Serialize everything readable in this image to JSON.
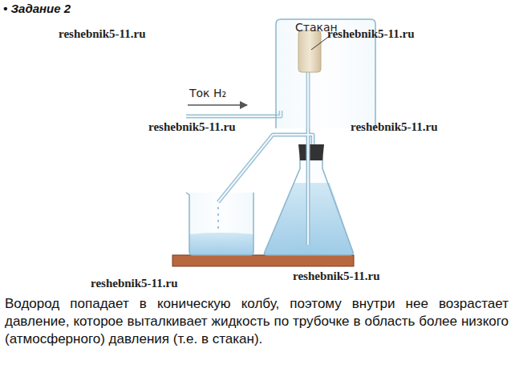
{
  "diagram": {
    "title": "• Задание 2",
    "caption": "Водород попадает в коническую колбу, поэтому внутри нее возрастает давление, которое выталкивает жидкость по трубочке в область более низкого (атмосферного) давления (т.е. в стакан).",
    "labels": [
      "reshebnik5-11.ru",
      "Стакан",
      "reshebnik5-11.ru",
      "Ток H₂",
      "reshebnik5-11.ru",
      "reshebnik5-11.ru",
      "reshebnik5-11.ru",
      "reshebnik5-11.ru"
    ]
  }
}
